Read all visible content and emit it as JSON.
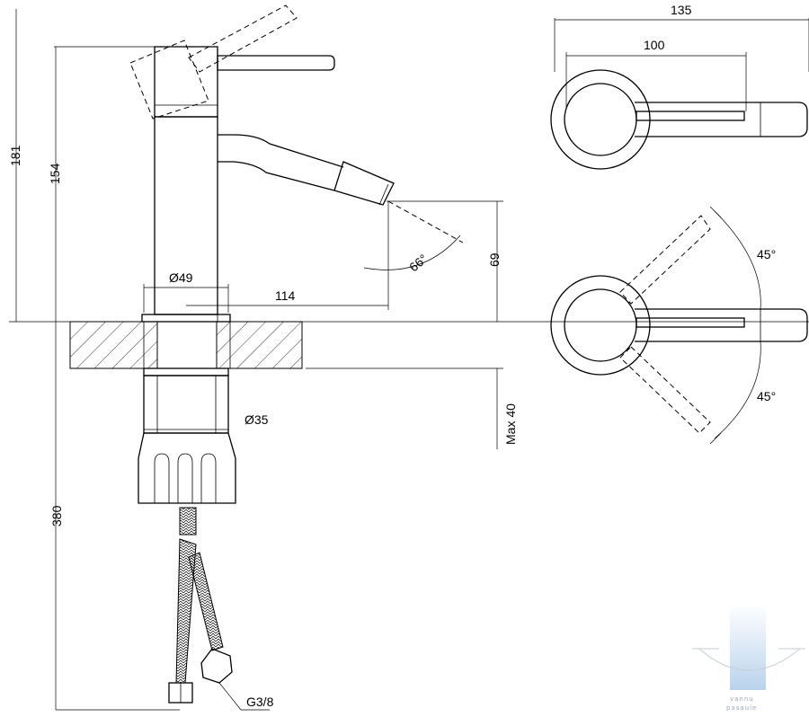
{
  "drawing": {
    "side_view": {
      "dim_total_height": "181",
      "dim_spout_height": "154",
      "dim_body_diameter": "Ø49",
      "dim_reach": "114",
      "dim_angle": "66°",
      "dim_outlet_height": "69",
      "dim_shank_diameter": "Ø35",
      "dim_max_deck": "Max 40",
      "dim_hose_length": "380",
      "dim_thread": "G3/8"
    },
    "top_view": {
      "dim_overall_length": "135",
      "dim_lever_length": "100"
    },
    "rotation_view": {
      "angle_up": "45°",
      "angle_down": "45°"
    },
    "watermark": {
      "line1": "vannu",
      "line2": "pasaule"
    }
  },
  "colors": {
    "line": "#000000",
    "watermark_gradient_top": "#ffffff",
    "watermark_gradient_bottom": "#b9d3ec"
  }
}
